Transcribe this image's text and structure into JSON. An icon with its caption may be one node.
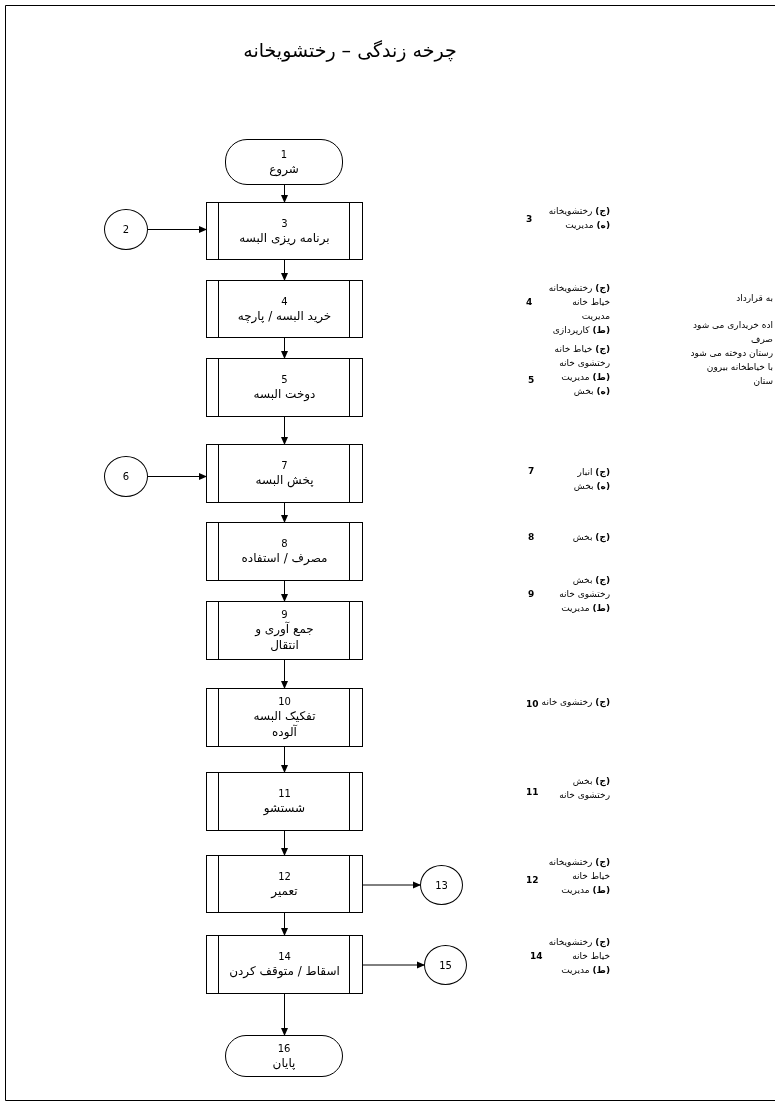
{
  "diagram": {
    "title": "چرخه زندگی – رختشویخانه",
    "nodes": [
      {
        "text": [
          "1",
          "شروع"
        ]
      },
      {
        "text": [
          "2"
        ]
      },
      {
        "text": [
          "3",
          "برنامه ریزی البسه"
        ]
      },
      {
        "text": [
          "4",
          "خرید البسه / پارچه"
        ]
      },
      {
        "text": [
          "5",
          "دوخت البسه"
        ]
      },
      {
        "text": [
          "6"
        ]
      },
      {
        "text": [
          "7",
          "پخش البسه"
        ]
      },
      {
        "text": [
          "8",
          "مصرف / استفاده"
        ]
      },
      {
        "text": [
          "9",
          "جمع آوری و انتقال"
        ]
      },
      {
        "text": [
          "10",
          "تفکیک البسه آلوده"
        ]
      },
      {
        "text": [
          "11",
          "شستشو"
        ]
      },
      {
        "text": [
          "12",
          "تعمیر"
        ]
      },
      {
        "text": [
          "13"
        ]
      },
      {
        "text": [
          "14",
          "اسقاط / متوقف کردن"
        ]
      },
      {
        "text": [
          "15"
        ]
      },
      {
        "text": [
          "16",
          "پایان"
        ]
      }
    ],
    "edges": [
      {
        "from": 0,
        "to": 2,
        "arrow": "to"
      },
      {
        "from": 1,
        "to": 2,
        "arrow": "to"
      },
      {
        "from": 2,
        "to": 3,
        "arrow": "to"
      },
      {
        "from": 3,
        "to": 4,
        "arrow": "to"
      },
      {
        "from": 4,
        "to": 6,
        "arrow": "to"
      },
      {
        "from": 5,
        "to": 6,
        "arrow": "to"
      },
      {
        "from": 6,
        "to": 7,
        "arrow": "to"
      },
      {
        "from": 7,
        "to": 8,
        "arrow": "to"
      },
      {
        "from": 8,
        "to": 9,
        "arrow": "to"
      },
      {
        "from": 9,
        "to": 10,
        "arrow": "to"
      },
      {
        "from": 10,
        "to": 11,
        "arrow": "to"
      },
      {
        "from": 11,
        "to": 12,
        "arrow": "to"
      },
      {
        "from": 11,
        "to": 13,
        "arrow": "to"
      },
      {
        "from": 13,
        "to": 14,
        "arrow": "to"
      },
      {
        "from": 13,
        "to": 15,
        "arrow": "to"
      }
    ],
    "labels": [
      "3",
      "**(ج)** رختشویخانه",
      "**(ه)** مدیریت",
      "4",
      "**(ج)** رختشویخانه",
      "خیاط خانه",
      "مدیریت",
      "**(ط)** کارپردازی",
      "به قرارداد",
      "اده خریداری می شود",
      "صرف",
      "رستان دوخته می شود",
      "با خیاطخانه بیرون",
      "ستان",
      "5",
      "**(ج)** خیاط خانه",
      "رختشوی خانه",
      "**(ط)** مدیریت",
      "**(ه)** بخش",
      "7",
      "**(ج)** انبار",
      "**(ه)** بخش",
      "8",
      "**(ج)** بخش",
      "9",
      "**(ج)** بخش",
      "رختشوی خانه",
      "**(ط)** مدیریت",
      "10",
      "**(ج)** رختشوی خانه",
      "11",
      "**(ج)** بخش",
      "رختشوی خانه",
      "12",
      "**(ج)** رختشویخانه",
      "خیاط خانه",
      "**(ط)** مدیریت",
      "14",
      "**(ج)** رختشویخانه",
      "خیاط خانه",
      "**(ط)** مدیریت"
    ]
  }
}
